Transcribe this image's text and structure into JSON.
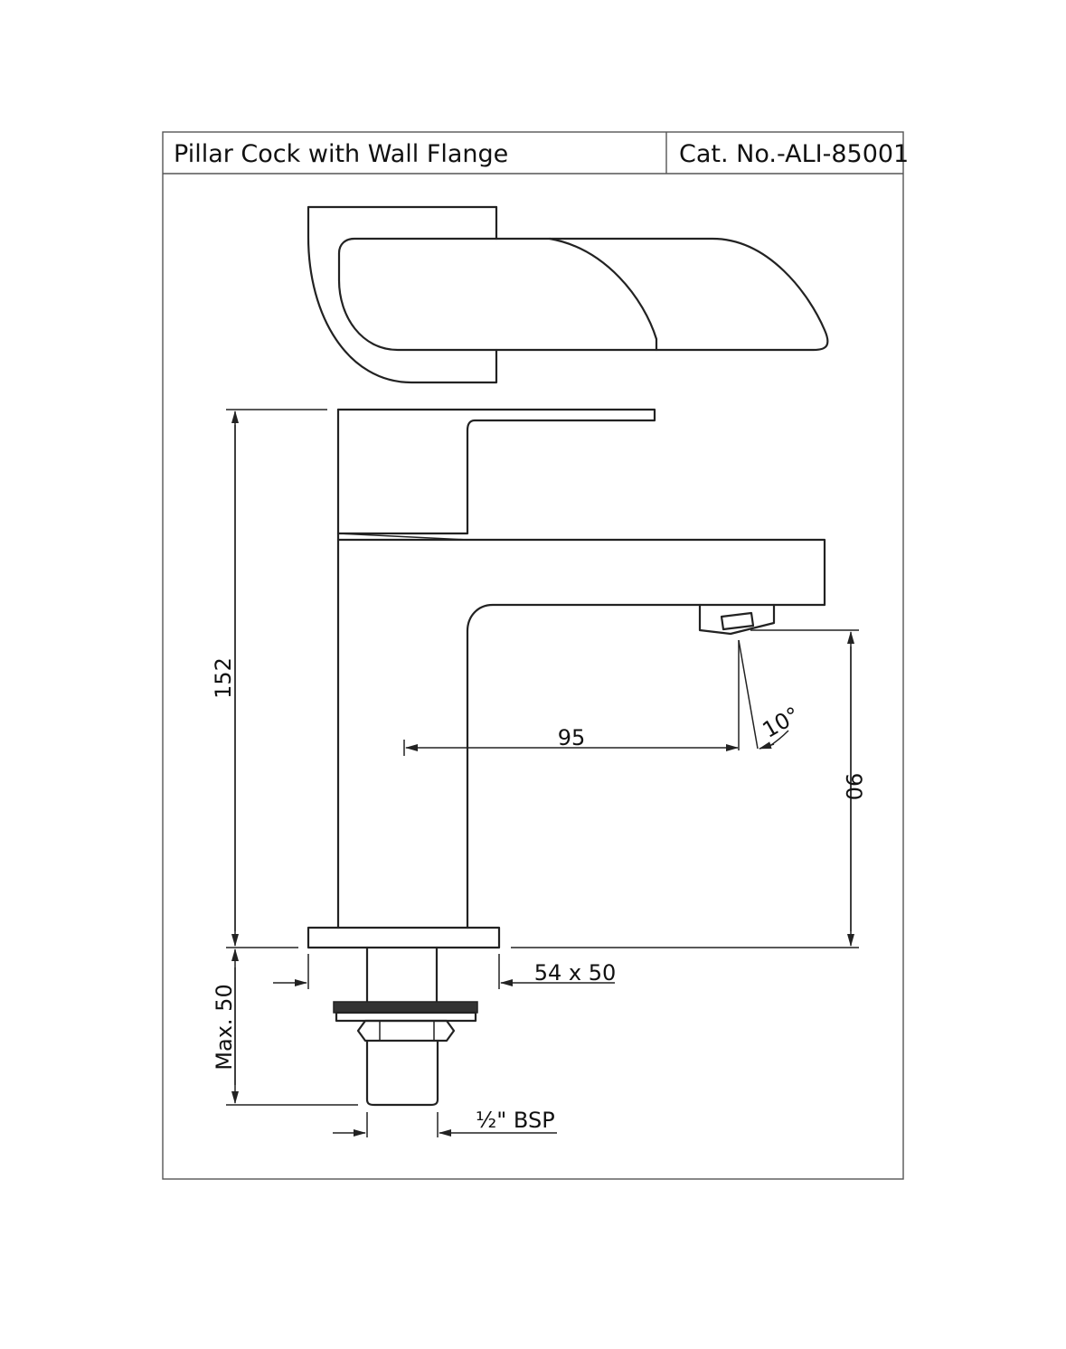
{
  "header": {
    "title": "Pillar Cock with Wall Flange",
    "catalog_number": "Cat. No.-ALI-85001"
  },
  "dimensions": {
    "height": "152",
    "spout_reach": "95",
    "spout_height": "90",
    "spray_angle": "10°",
    "max_depth": "Max. 50",
    "flange_size": "54 x 50",
    "thread": "½\" BSP"
  }
}
